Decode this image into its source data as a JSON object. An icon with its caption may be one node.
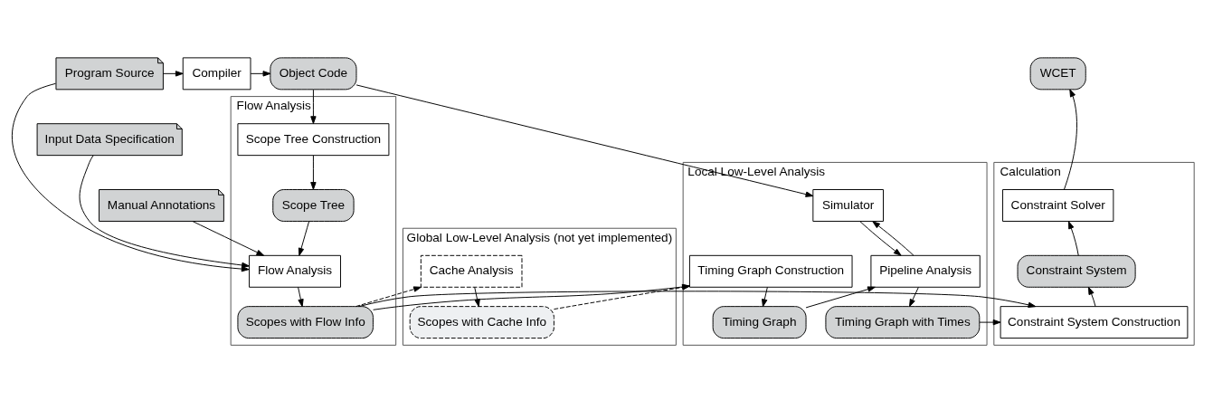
{
  "diagram": {
    "nodes": [
      {
        "text": [
          "Program Source"
        ]
      },
      {
        "text": [
          "Compiler"
        ]
      },
      {
        "text": [
          "Object Code"
        ]
      },
      {
        "text": [
          "WCET"
        ]
      },
      {
        "text": [
          "Flow Analysis"
        ]
      },
      {
        "text": [
          "Scope Tree Construction"
        ],
        "in": 4
      },
      {
        "text": [
          "Scope Tree"
        ],
        "in": 4
      },
      {
        "text": [
          "Input Data Specification"
        ]
      },
      {
        "text": [
          "Manual Annotations"
        ]
      },
      {
        "text": [
          "Flow Analysis"
        ],
        "in": 4
      },
      {
        "text": [
          "Scopes with Flow Info"
        ],
        "in": 4
      },
      {
        "text": [
          "Global Low-Level Analysis (not yet implemented)"
        ]
      },
      {
        "text": [
          "Cache Analysis"
        ],
        "in": 11
      },
      {
        "text": [
          "Scopes with Cache Info"
        ],
        "in": 11
      },
      {
        "text": [
          "Local Low-Level Analysis"
        ]
      },
      {
        "text": [
          "Simulator"
        ],
        "in": 14
      },
      {
        "text": [
          "Timing Graph Construction"
        ],
        "in": 14
      },
      {
        "text": [
          "Pipeline Analysis"
        ],
        "in": 14
      },
      {
        "text": [
          "Timing Graph"
        ],
        "in": 14
      },
      {
        "text": [
          "Timing Graph with Times"
        ],
        "in": 14
      },
      {
        "text": [
          "Calculation"
        ]
      },
      {
        "text": [
          "Constraint Solver"
        ],
        "in": 20
      },
      {
        "text": [
          "Constraint System"
        ],
        "in": 20
      },
      {
        "text": [
          "Constraint System Construction"
        ],
        "in": 20
      }
    ],
    "edges": [
      {
        "from": 0,
        "to": 1,
        "arrow": "to"
      },
      {
        "from": 1,
        "to": 2,
        "arrow": "to"
      },
      {
        "from": 2,
        "to": 5,
        "arrow": "to"
      },
      {
        "from": 5,
        "to": 6,
        "arrow": "to"
      },
      {
        "from": 6,
        "to": 9,
        "arrow": "to"
      },
      {
        "from": 0,
        "to": 9,
        "arrow": "to"
      },
      {
        "from": 7,
        "to": 9,
        "arrow": "to"
      },
      {
        "from": 8,
        "to": 9,
        "arrow": "to"
      },
      {
        "from": 9,
        "to": 10,
        "arrow": "to"
      },
      {
        "from": 10,
        "to": 12,
        "arrow": "to",
        "style": "dashed"
      },
      {
        "from": 12,
        "to": 13,
        "arrow": "to"
      },
      {
        "from": 13,
        "to": 16,
        "arrow": "to",
        "style": "dashed"
      },
      {
        "from": 10,
        "to": 16,
        "arrow": "to"
      },
      {
        "from": 10,
        "to": 23,
        "arrow": "to"
      },
      {
        "from": 2,
        "to": 15,
        "arrow": "to"
      },
      {
        "from": 15,
        "to": 17,
        "arrow": "to"
      },
      {
        "from": 17,
        "to": 15,
        "arrow": "to"
      },
      {
        "from": 16,
        "to": 18,
        "arrow": "to"
      },
      {
        "from": 18,
        "to": 17,
        "arrow": "to"
      },
      {
        "from": 17,
        "to": 19,
        "arrow": "to"
      },
      {
        "from": 19,
        "to": 23,
        "arrow": "to"
      },
      {
        "from": 23,
        "to": 22,
        "arrow": "to"
      },
      {
        "from": 22,
        "to": 21,
        "arrow": "to"
      },
      {
        "from": 21,
        "to": 3,
        "arrow": "to"
      }
    ]
  }
}
